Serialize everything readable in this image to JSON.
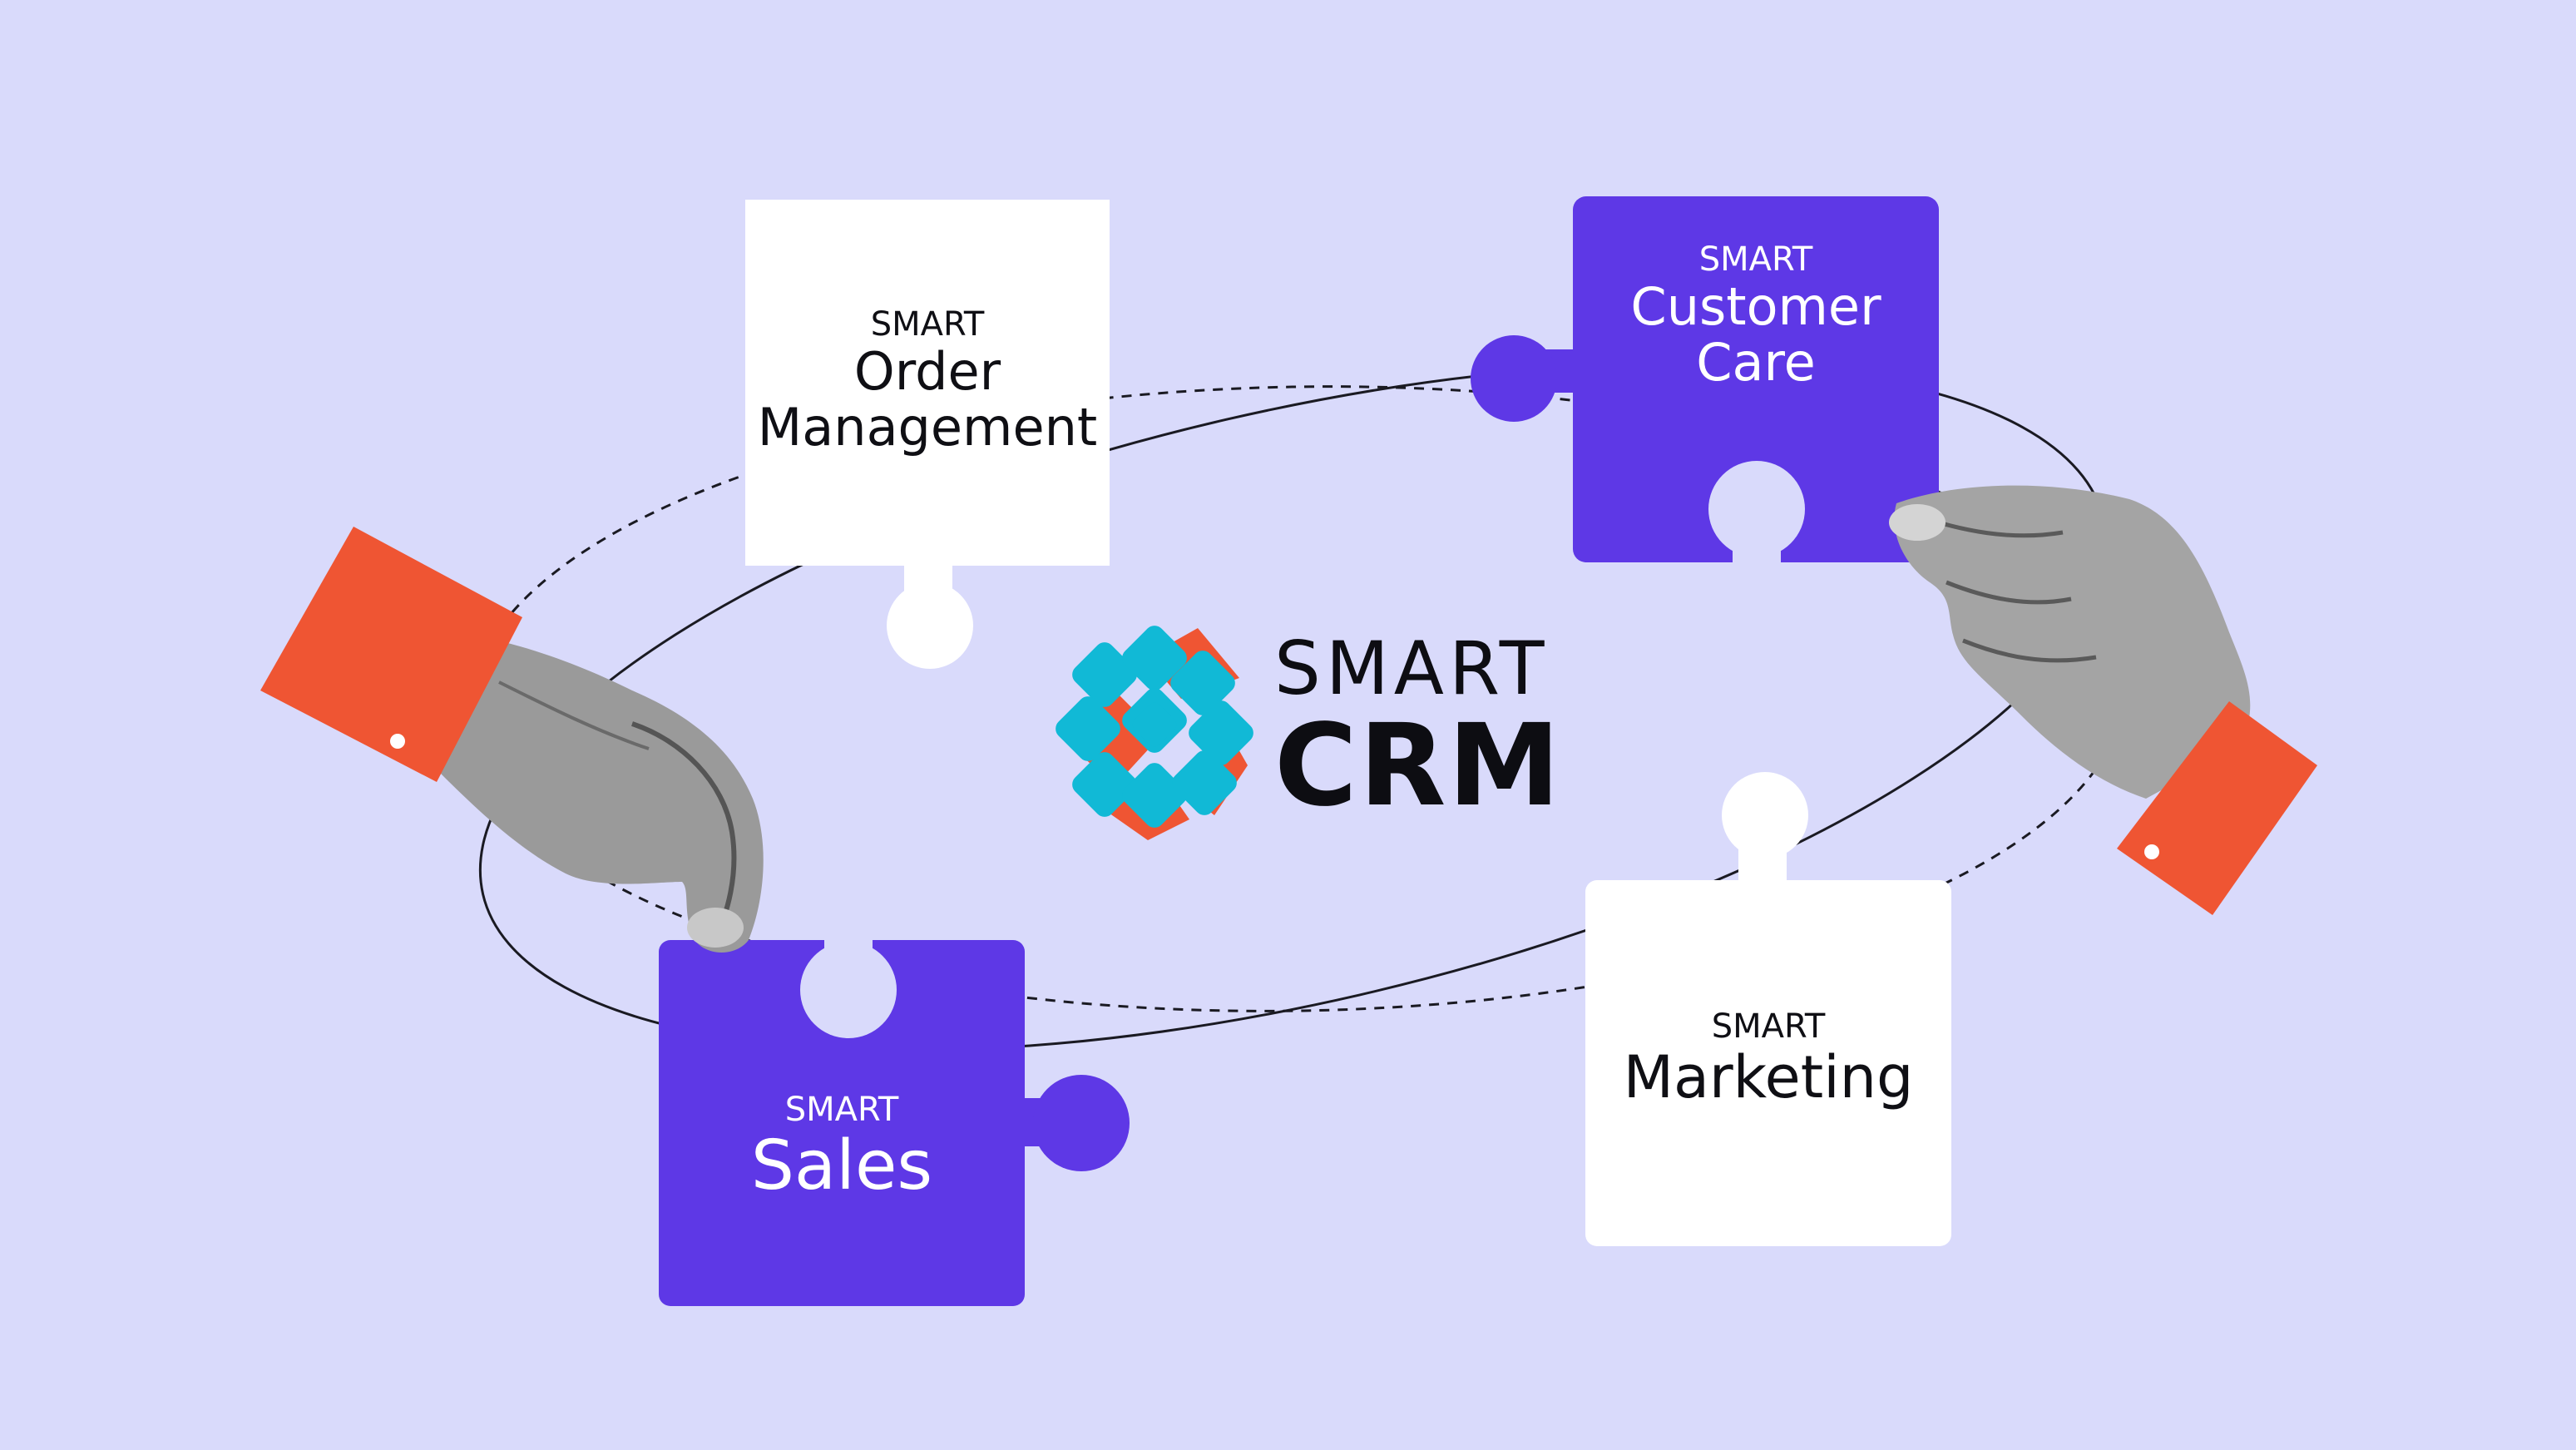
{
  "colors": {
    "background": "#d9dafb",
    "purple": "#5e38e6",
    "white": "#ffffff",
    "sleeve": "#ef5533",
    "logo_teal": "#11b9d6",
    "logo_coral": "#ef5533"
  },
  "pieces": {
    "order_management": {
      "kicker": "SMART",
      "title_line1": "Order",
      "title_line2": "Management"
    },
    "customer_care": {
      "kicker": "SMART",
      "title_line1": "Customer",
      "title_line2": "Care"
    },
    "sales": {
      "kicker": "SMART",
      "title_line1": "Sales"
    },
    "marketing": {
      "kicker": "SMART",
      "title_line1": "Marketing"
    }
  },
  "logo": {
    "line1": "SMART",
    "line2": "CRM"
  },
  "illustrations": [
    "left-hand-icon",
    "right-hand-icon",
    "crm-logo-icon"
  ]
}
